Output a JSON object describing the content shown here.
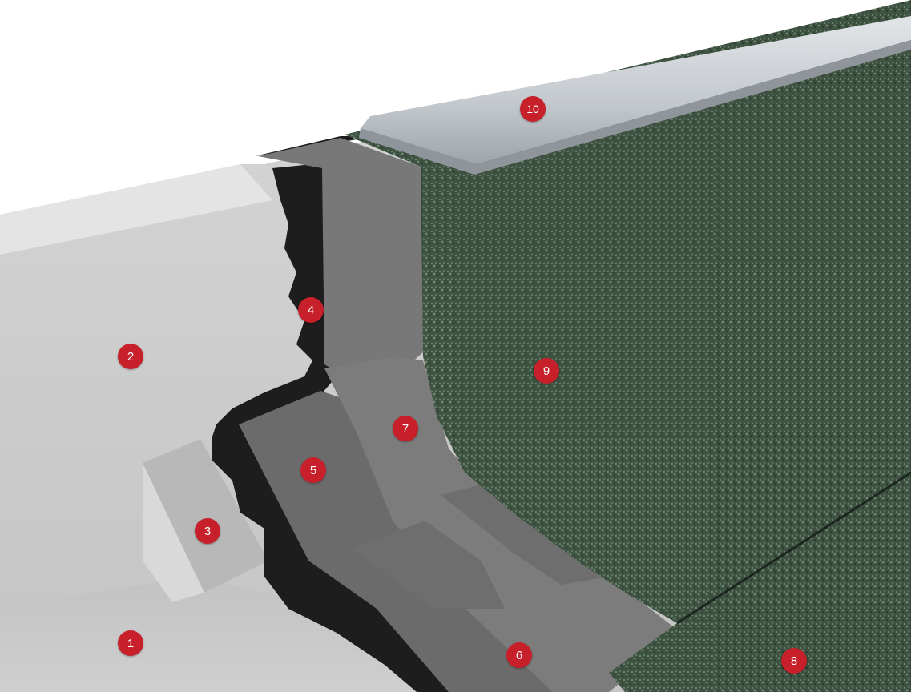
{
  "colors": {
    "badge": "#c8202a",
    "badge_text": "#ffffff",
    "concrete": "#c9c9c9",
    "bitumen": "#1d1d1d",
    "membrane": "#737373",
    "granulate": "#3f5342",
    "metal_flashing": "#c7ccd1"
  },
  "callouts": [
    "1",
    "2",
    "3",
    "4",
    "5",
    "6",
    "7",
    "8",
    "9",
    "10"
  ]
}
